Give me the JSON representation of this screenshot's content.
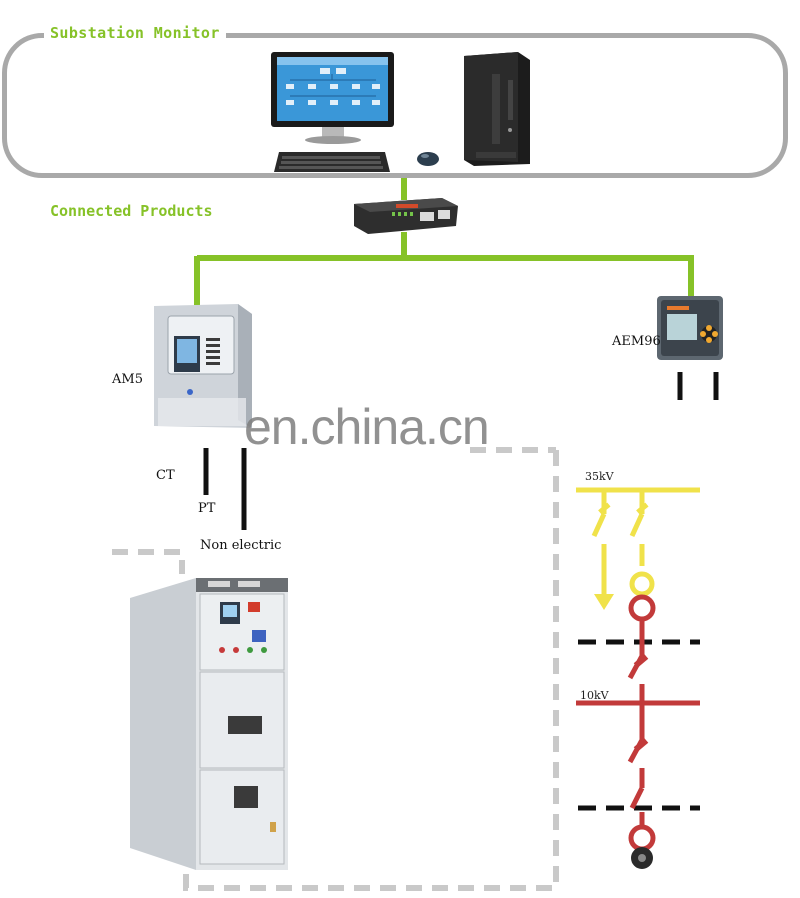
{
  "titles": {
    "monitor": "Substation Monitor",
    "connected": "Connected Products"
  },
  "devices": {
    "am5": "AM5",
    "aem96": "AEM96"
  },
  "wires": {
    "ct": "CT",
    "pt": "PT",
    "non_electric": "Non electric"
  },
  "voltage": {
    "high": "35kV",
    "low": "10kV"
  },
  "watermark": "en.china.cn",
  "colors": {
    "network_line": "#86c228",
    "frame": "#a9a9a9",
    "bus_35kv": "#f0e24a",
    "bus_10kv": "#c23a3a",
    "dashed_frame": "#c9c9c9"
  }
}
